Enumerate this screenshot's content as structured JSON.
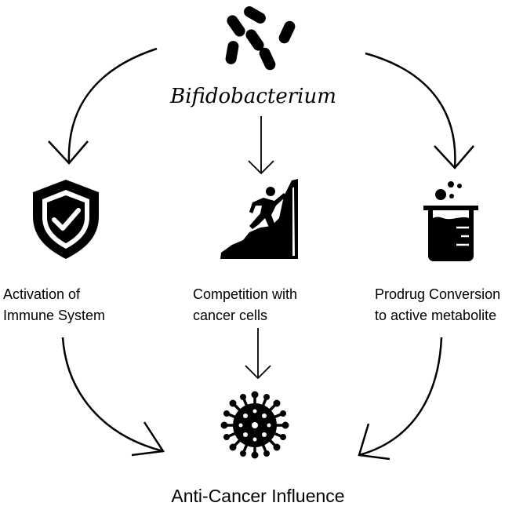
{
  "diagram": {
    "top_label": "Bifidobacterium",
    "mechanisms": [
      {
        "line1": "Activation of",
        "line2": "Immune System",
        "icon": "shield-check-icon"
      },
      {
        "line1": "Competition with",
        "line2": "cancer cells",
        "icon": "climber-icon"
      },
      {
        "line1": "Prodrug Conversion",
        "line2": "to active metabolite",
        "icon": "beaker-icon"
      }
    ],
    "outcome": "Anti-Cancer Influence",
    "outcome_icon": "virus-icon",
    "top_icon": "bacteria-icon"
  }
}
